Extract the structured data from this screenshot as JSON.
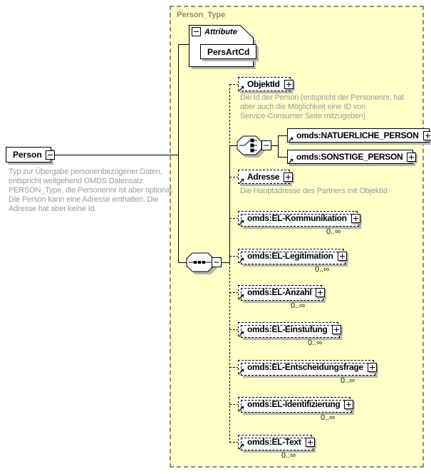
{
  "diagram_title": "Person_Type",
  "person": {
    "label": "Person",
    "description": "Typ zur Übergabe personenbezogener Daten,\nentspricht weitgehend OMDS Datensatz\nPERSON_Type, die Personennr ist aber optional.\nDie Person kann eine Adresse enthalten. Die\nAdresse hat aber keine Id."
  },
  "attribute_section": {
    "label": "Attribute",
    "attributes": [
      {
        "name": "PersArtCd"
      }
    ]
  },
  "elements": {
    "objektid": {
      "label": "ObjektId",
      "annotation": "Die Id der Person (entspricht der Personennr, hat\naber auch die Möglichkeit eine ID von\nService-Consumer Seite mitzugeben)"
    },
    "natuerliche_person": {
      "label": "omds:NATUERLICHE_PERSON"
    },
    "sonstige_person": {
      "label": "omds:SONSTIGE_PERSON"
    },
    "adresse": {
      "label": "Adresse",
      "annotation": "Die Hauptadresse des Partners mit ObjektId"
    },
    "el_kommunikation": {
      "label": "omds:EL-Kommunikation",
      "cardinality": "0..∞"
    },
    "el_legitimation": {
      "label": "omds:EL-Legitimation",
      "cardinality": "0..∞"
    },
    "el_anzahl": {
      "label": "omds:EL-Anzahl",
      "cardinality": "0..∞"
    },
    "el_einstufung": {
      "label": "omds:EL-Einstufung",
      "cardinality": "0..∞"
    },
    "el_entscheidungsfrage": {
      "label": "omds:EL-Entscheidungsfrage",
      "cardinality": "0..∞"
    },
    "el_identifizierung": {
      "label": "omds:EL-Identifizierung",
      "cardinality": "0..∞"
    },
    "el_text": {
      "label": "omds:EL-Text",
      "cardinality": "0..∞"
    }
  },
  "colors": {
    "container_bg": "#ffffc8",
    "container_border": "#8c8c8c",
    "container_title": "#8a8a74",
    "annotation_text": "#9c9c9c",
    "shadow": "#b4b4b4"
  }
}
